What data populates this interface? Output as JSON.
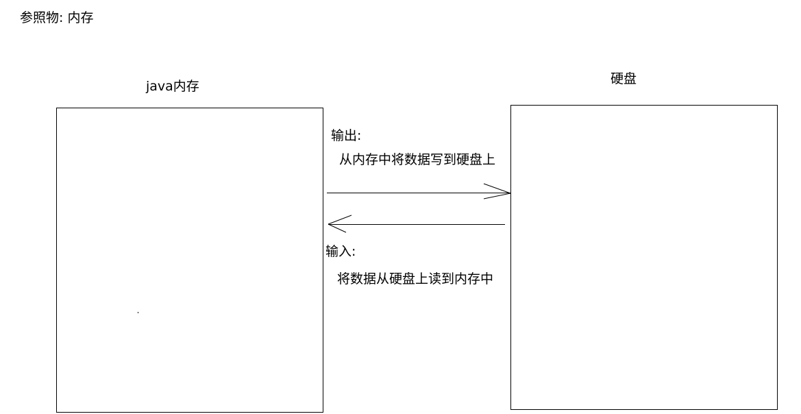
{
  "reference": {
    "label": "参照物: 内存"
  },
  "left_box": {
    "title": "java内存"
  },
  "right_box": {
    "title": "硬盘"
  },
  "output": {
    "heading": "输出:",
    "description": "从内存中将数据写到硬盘上"
  },
  "input": {
    "heading": "输入:",
    "description": "将数据从硬盘上读到内存中"
  },
  "colors": {
    "stroke": "#000000",
    "background": "#ffffff"
  }
}
